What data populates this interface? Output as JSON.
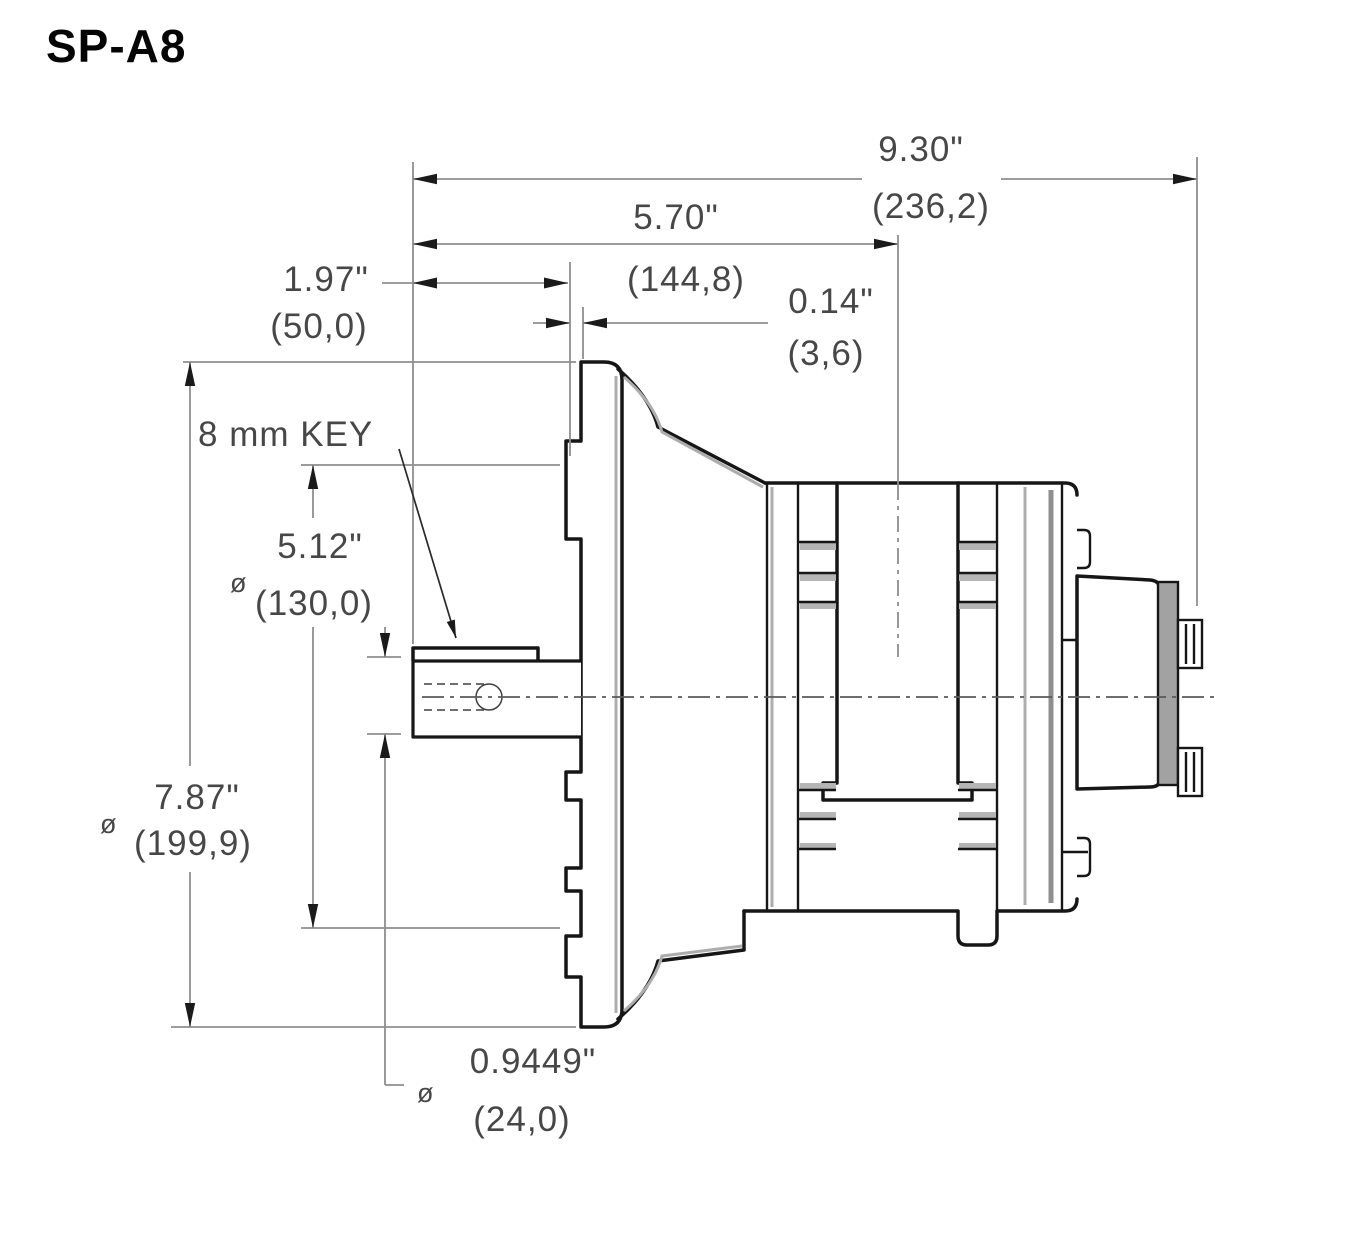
{
  "title": "SP-A8",
  "diameter_symbol": "ø",
  "dimensions": {
    "overall_length": {
      "in": "9.30\"",
      "mm": "(236,2)"
    },
    "mount_face_length": {
      "in": "5.70\"",
      "mm": "(144,8)"
    },
    "shaft_length": {
      "in": "1.97\"",
      "mm": "(50,0)"
    },
    "pilot_protrusion": {
      "in": "0.14\"",
      "mm": "(3,6)"
    },
    "bolt_circle_dia": {
      "in": "5.12\"",
      "mm": "(130,0)"
    },
    "flange_dia": {
      "in": "7.87\"",
      "mm": "(199,9)"
    },
    "shaft_dia": {
      "in": "0.9449\"",
      "mm": "(24,0)"
    },
    "key_callout": "8 mm KEY"
  }
}
